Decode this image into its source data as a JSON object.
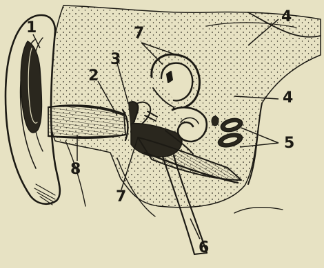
{
  "labels": {
    "l1": "1",
    "l2": "2",
    "l3": "3",
    "l4a": "4",
    "l4b": "4",
    "l5": "5",
    "l6": "6",
    "l7a": "7",
    "l7b": "7",
    "l8": "8"
  },
  "colors": {
    "background": "#e7e2c3",
    "ink": "#1c1a14"
  }
}
